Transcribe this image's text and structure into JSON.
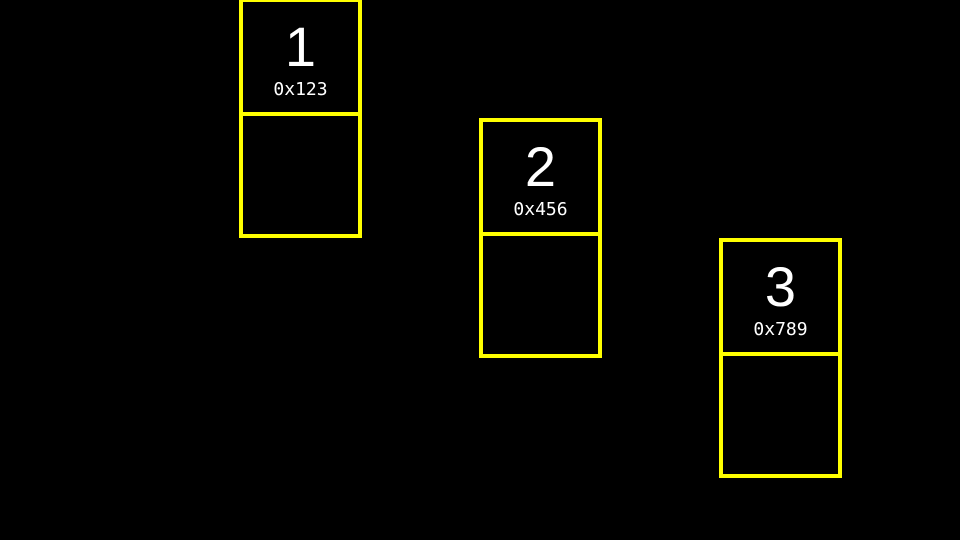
{
  "colors": {
    "background": "#000000",
    "node-border": "#FFFF00",
    "node-text": "#FFFFFF"
  },
  "diagram": {
    "type": "linked-list-nodes",
    "nodes": [
      {
        "value": "1",
        "address": "0x123"
      },
      {
        "value": "2",
        "address": "0x456"
      },
      {
        "value": "3",
        "address": "0x789"
      }
    ]
  }
}
